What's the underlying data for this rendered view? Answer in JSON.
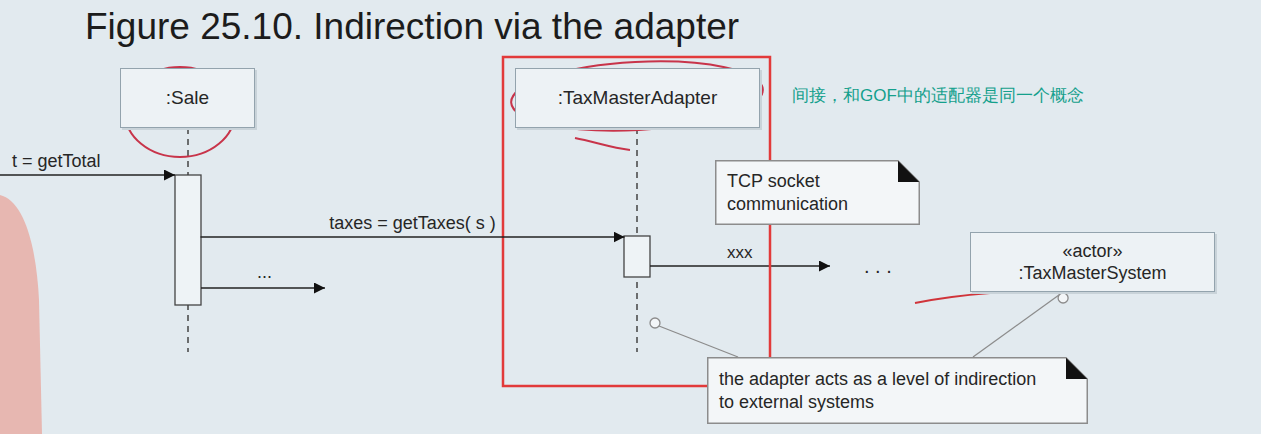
{
  "diagram": {
    "title": "Figure 25.10. Indirection via the adapter",
    "nodes": [
      {
        "text": [
          ":Sale"
        ]
      },
      {
        "text": [
          ":TaxMasterAdapter"
        ]
      },
      {
        "text": [
          "TCP socket communication"
        ]
      },
      {
        "text": [
          "«actor»",
          ":TaxMasterSystem"
        ]
      },
      {
        "text": [
          "the adapter acts as a level of indirection to external systems"
        ]
      }
    ],
    "edges": [
      {
        "from": 0,
        "to": 1,
        "label": "taxes = getTaxes( s )",
        "arrow": "to"
      },
      {
        "from": 4,
        "to": 3,
        "arrow": "none"
      }
    ],
    "labels": [
      "t = getTotal",
      "...",
      "xxx",
      ". . .",
      "间接，和GOF中的适配器是同一个概念"
    ]
  }
}
